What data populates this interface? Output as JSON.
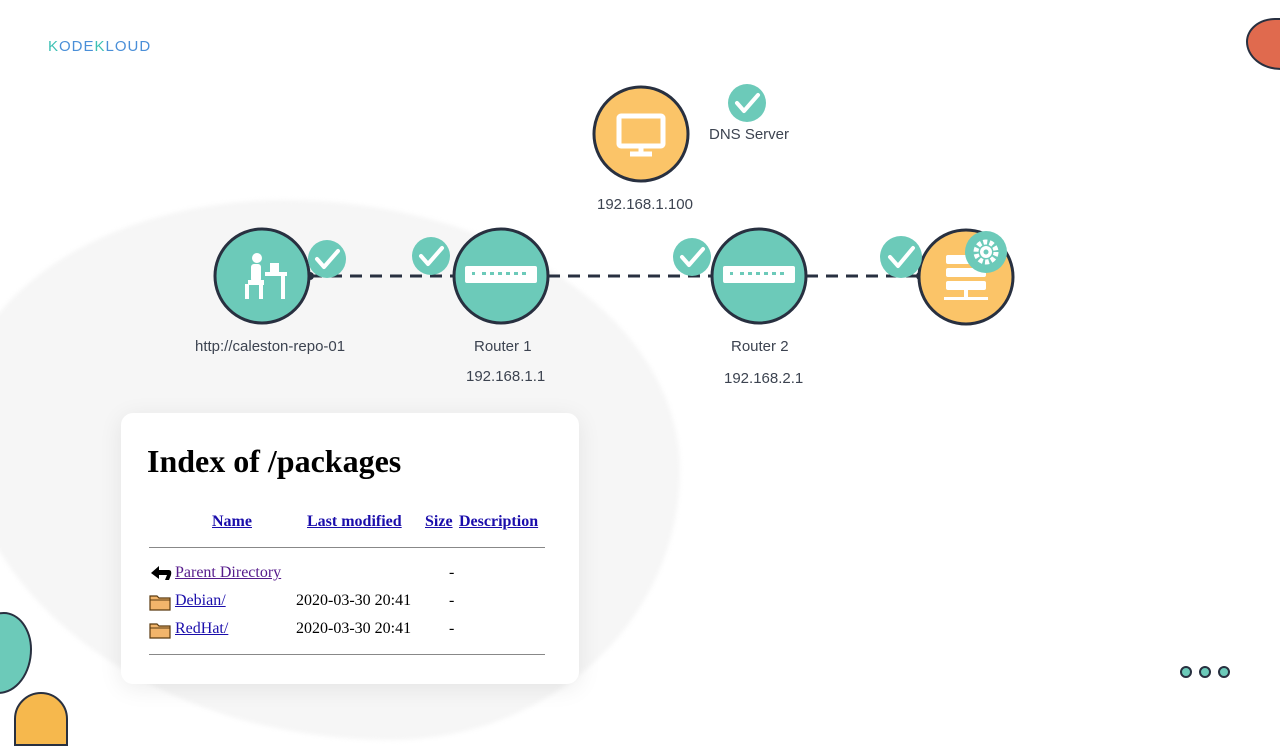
{
  "brand": {
    "logo_text_k1": "K",
    "logo_text_1": "ODE",
    "logo_text_k2": "K",
    "logo_text_2": "LOUD"
  },
  "colors": {
    "teal": "#6ccab9",
    "orange": "#fbc468",
    "dark": "#283040",
    "link": "#1a0dab",
    "visited": "#551a8b"
  },
  "diagram": {
    "dns": {
      "icon": "monitor-icon",
      "label": "DNS Server",
      "ip": "192.168.1.100"
    },
    "client": {
      "icon": "person-at-desk-icon",
      "label": "http://caleston-repo-01"
    },
    "router1": {
      "icon": "router-icon",
      "label": "Router 1",
      "ip": "192.168.1.1"
    },
    "router2": {
      "icon": "router-icon",
      "label": "Router 2",
      "ip": "192.168.2.1"
    },
    "server": {
      "icon": "server-rack-icon",
      "badge_icon": "gear-icon"
    }
  },
  "listing": {
    "title": "Index of /packages",
    "columns": {
      "name": "Name",
      "modified": "Last modified",
      "size": "Size",
      "description": "Description"
    },
    "rows": [
      {
        "icon": "back-arrow-icon",
        "name": "Parent Directory",
        "modified": "",
        "size": "-"
      },
      {
        "icon": "folder-icon",
        "name": "Debian/",
        "modified": "2020-03-30 20:41",
        "size": "-"
      },
      {
        "icon": "folder-icon",
        "name": "RedHat/",
        "modified": "2020-03-30 20:41",
        "size": "-"
      }
    ]
  }
}
